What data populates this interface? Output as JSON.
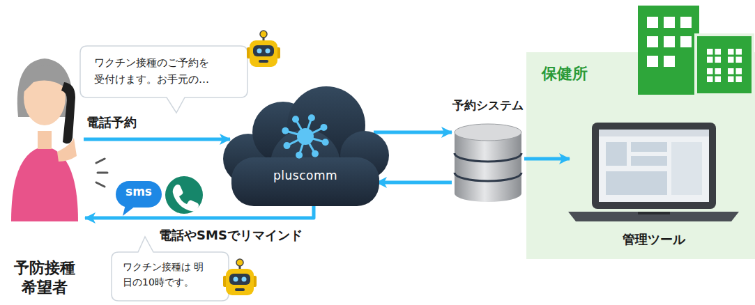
{
  "diagram": {
    "nodes": [
      {
        "text": [
          "ワクチン接種のご予約を 受付けます。お手元の…"
        ]
      },
      {
        "text": [
          "予防接種希望者"
        ]
      },
      {
        "text": [
          "pluscomm"
        ]
      },
      {
        "text": [
          "予約システム"
        ]
      },
      {
        "text": [
          "保健所"
        ]
      },
      {
        "text": [
          "管理ツール"
        ],
        "in": 4
      },
      {
        "text": [
          "ワクチン接種は 明日の10時です。"
        ]
      }
    ],
    "edges": [
      {
        "from": 1,
        "to": 2,
        "label": "電話予約",
        "arrow": "to"
      },
      {
        "from": 2,
        "to": 3,
        "arrow": "to"
      },
      {
        "from": 3,
        "to": 2,
        "arrow": "to"
      },
      {
        "from": 3,
        "to": 5,
        "arrow": "to"
      },
      {
        "from": 2,
        "to": 1,
        "label": "電話やSMSでリマインド",
        "arrow": "to"
      }
    ],
    "labels": [
      "sms"
    ]
  }
}
